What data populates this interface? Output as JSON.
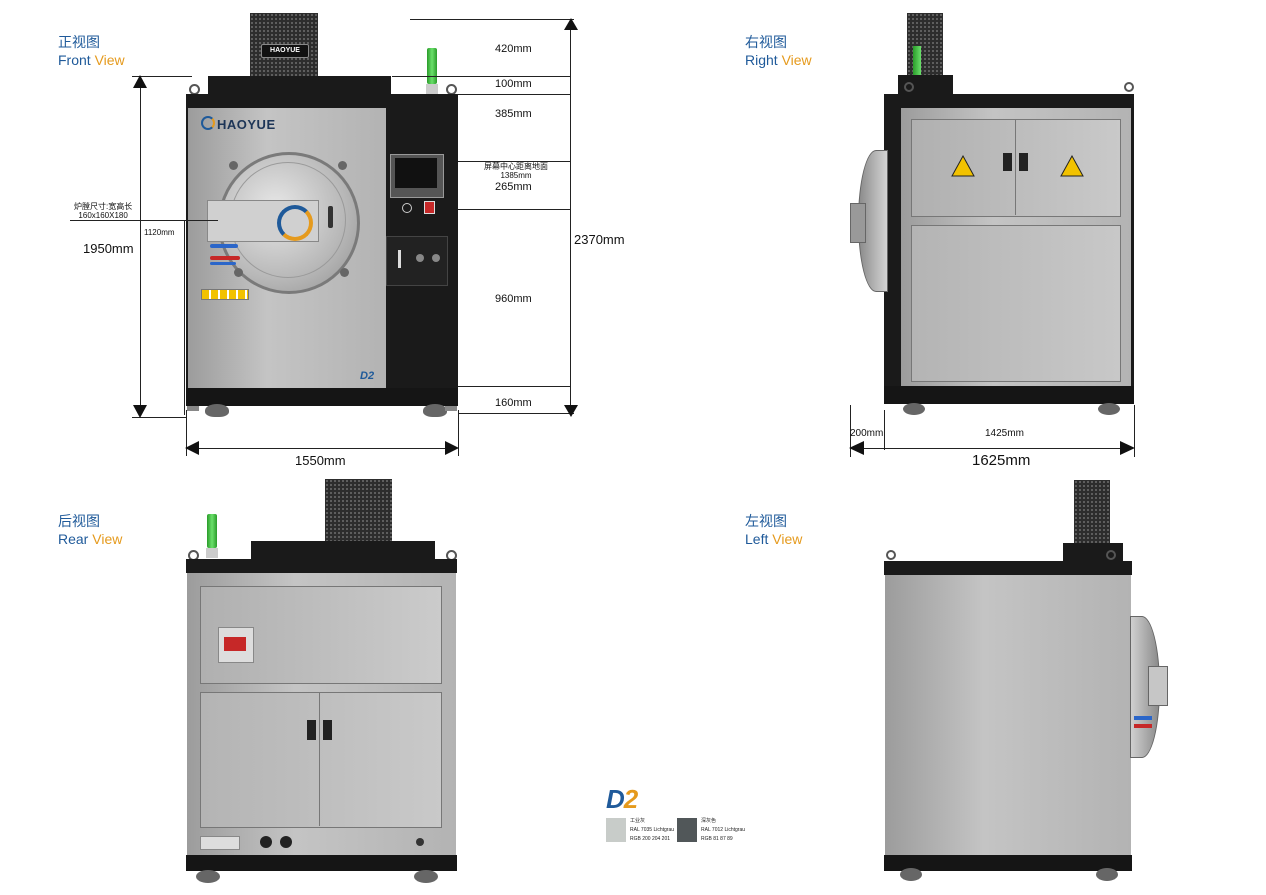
{
  "views": {
    "front": {
      "cn": "正视图",
      "en_a": "Front",
      "en_b": "View"
    },
    "right": {
      "cn": "右视图",
      "en_a": "Right",
      "en_b": "View"
    },
    "rear": {
      "cn": "后视图",
      "en_a": "Rear",
      "en_b": "View"
    },
    "left": {
      "cn": "左视图",
      "en_a": "Left",
      "en_b": "View"
    }
  },
  "front_dims": {
    "d420": "420mm",
    "d100": "100mm",
    "d385": "385mm",
    "screen_note_cn": "屏幕中心距离地面",
    "screen_note_mm": "1385mm",
    "d265": "265mm",
    "d960": "960mm",
    "d160": "160mm",
    "total_height": "2370mm",
    "width": "1550mm",
    "height_1950": "1950mm",
    "height_1120": "1120mm",
    "furnace_label_cn": "炉膛尺寸:宽高长",
    "furnace_size": "160x160X180"
  },
  "right_dims": {
    "d200": "200mm",
    "d1425": "1425mm",
    "d1625": "1625mm"
  },
  "brand": {
    "name": "HAOYUE",
    "top_name": "HAOYUE",
    "model": "D2"
  },
  "legend": {
    "model": "D2",
    "swatch1_cn": "工业灰",
    "swatch1_ral": "RAL 7035  Lichtgrau",
    "swatch1_rgb": "RGB  200  204  201",
    "swatch1_color": "#c8ccc9",
    "swatch2_cn": "深灰色",
    "swatch2_ral": "RAL 7012  Lichtgrau",
    "swatch2_rgb": "RGB  81  87  89",
    "swatch2_color": "#515759"
  },
  "colors": {
    "accent_blue": "#1f5a9a",
    "accent_orange": "#e59a1d",
    "status_green": "#3ec43e"
  }
}
